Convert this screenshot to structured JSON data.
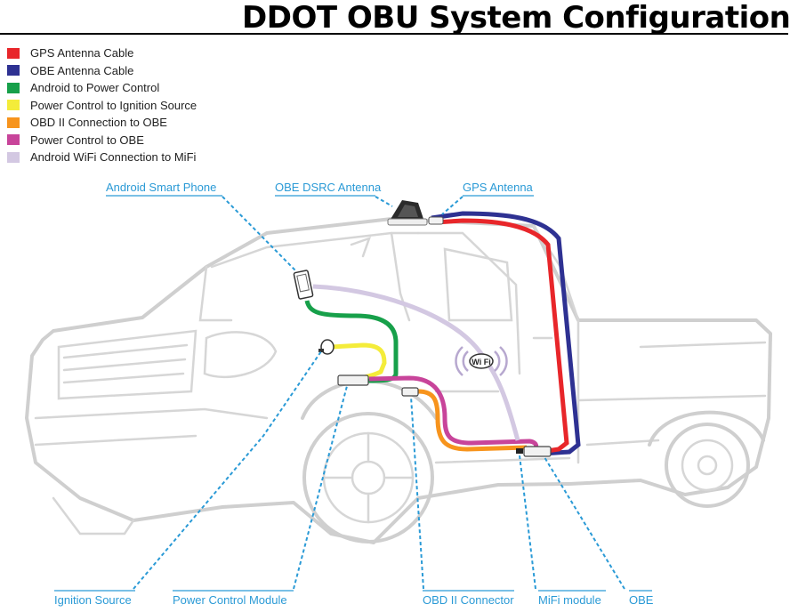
{
  "title": "DDOT OBU System Configuration",
  "legend": [
    {
      "label": "GPS Antenna Cable",
      "color": "#e8262a"
    },
    {
      "label": "OBE Antenna Cable",
      "color": "#2e3192"
    },
    {
      "label": "Android to Power Control",
      "color": "#17a04a"
    },
    {
      "label": "Power Control to Ignition Source",
      "color": "#f4ec3a"
    },
    {
      "label": "OBD II Connection to OBE",
      "color": "#f7941d"
    },
    {
      "label": "Power Control to OBE",
      "color": "#c8449a"
    },
    {
      "label": "Android WiFi Connection to MiFi",
      "color": "#d3c8e2"
    }
  ],
  "callouts": {
    "android_phone": "Android Smart Phone",
    "obe_antenna": "OBE DSRC Antenna",
    "gps_antenna": "GPS Antenna",
    "ignition": "Ignition Source",
    "power_module": "Power Control Module",
    "obd_connector": "OBD II Connector",
    "mifi": "MiFi module",
    "obe": "OBE"
  },
  "wifi_badge": "Wi Fi",
  "colors": {
    "callout": "#2a9ad6",
    "truck_outline": "#cfcfcf"
  }
}
